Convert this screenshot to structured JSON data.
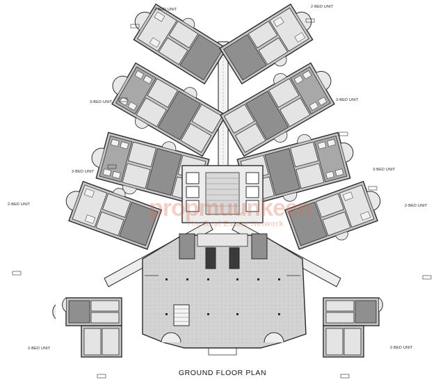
{
  "plan": {
    "title": "GROUND FLOOR PLAN",
    "unit_labels": [
      "2-BED UNIT",
      "2-BED UNIT",
      "3-BED UNIT",
      "3-BED UNIT",
      "3-BED UNIT",
      "3-BED UNIT",
      "2-BED UNIT",
      "2-BED UNIT",
      "2-BED UNIT",
      "2-BED UNIT"
    ],
    "watermark": {
      "brand": "propmuunkeen",
      "tagline": "The Real Estate Network"
    },
    "colors": {
      "wall": "#2a2a2a",
      "room_light": "#e4e4e4",
      "room_mid": "#c6c6c6",
      "room_dark": "#8f8f8f",
      "lobby": "#d0d0d0",
      "watermark": "#d76e50"
    }
  }
}
